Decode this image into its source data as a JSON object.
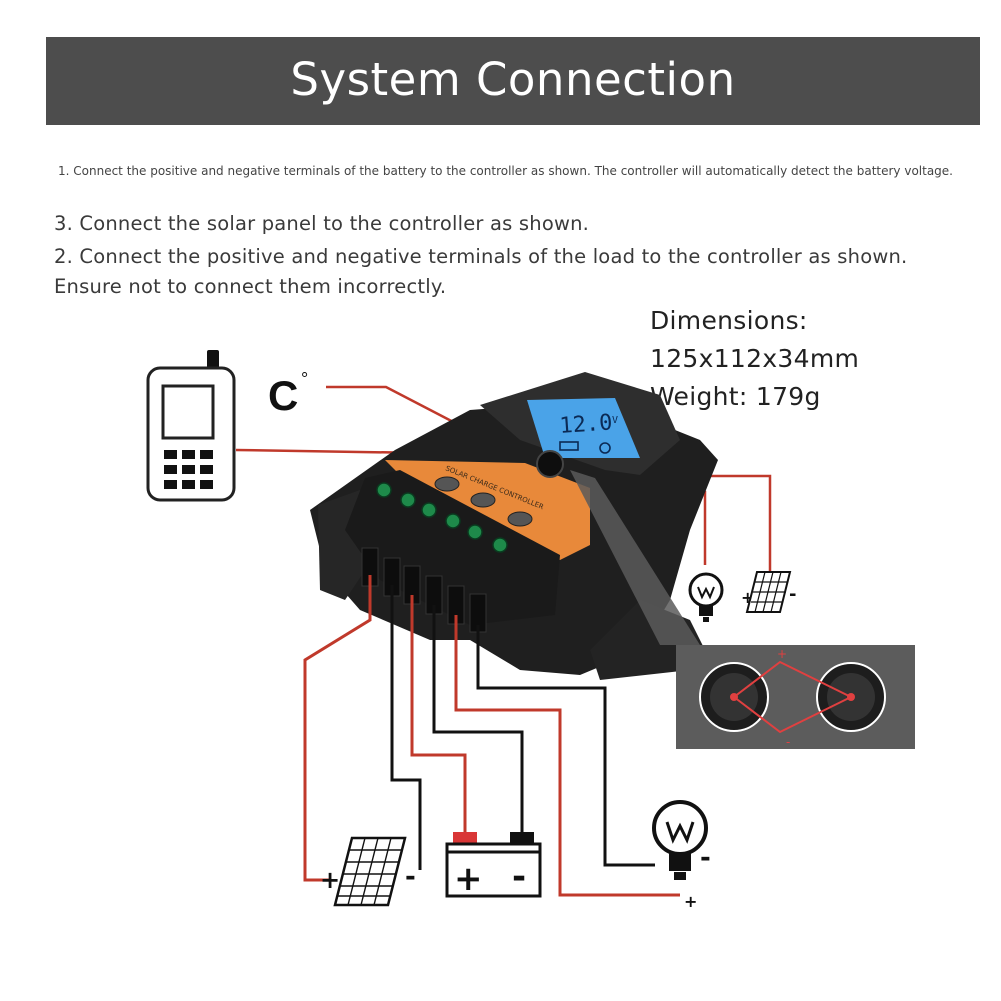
{
  "title": "System Connection",
  "instructions": {
    "step1": "1. Connect the positive and negative terminals of the battery to the controller as shown. The controller will automatically detect the battery voltage.",
    "step3": "3. Connect the solar panel to the controller as shown.",
    "step2": "2. Connect the positive and negative terminals of the load to the controller as shown. Ensure not to connect them incorrectly."
  },
  "specs": {
    "dimensions_label": "Dimensions:",
    "dimensions_value": "125x112x34mm",
    "weight": "Weight: 179g"
  },
  "controller": {
    "lcd_reading": "12.0",
    "lcd_unit": "V",
    "panel_label": "SOLAR CHARGE CONTROLLER"
  },
  "labels": {
    "temperature": "C",
    "degree": "°",
    "plus": "+",
    "minus": "-"
  },
  "colors": {
    "banner": "#4d4d4d",
    "wire_red": "#c0392b",
    "wire_black": "#111111",
    "housing": "#2b2b2b",
    "orange_panel": "#e8893a",
    "lcd": "#4aa3e8",
    "terminal_green": "#1e8a4a"
  }
}
